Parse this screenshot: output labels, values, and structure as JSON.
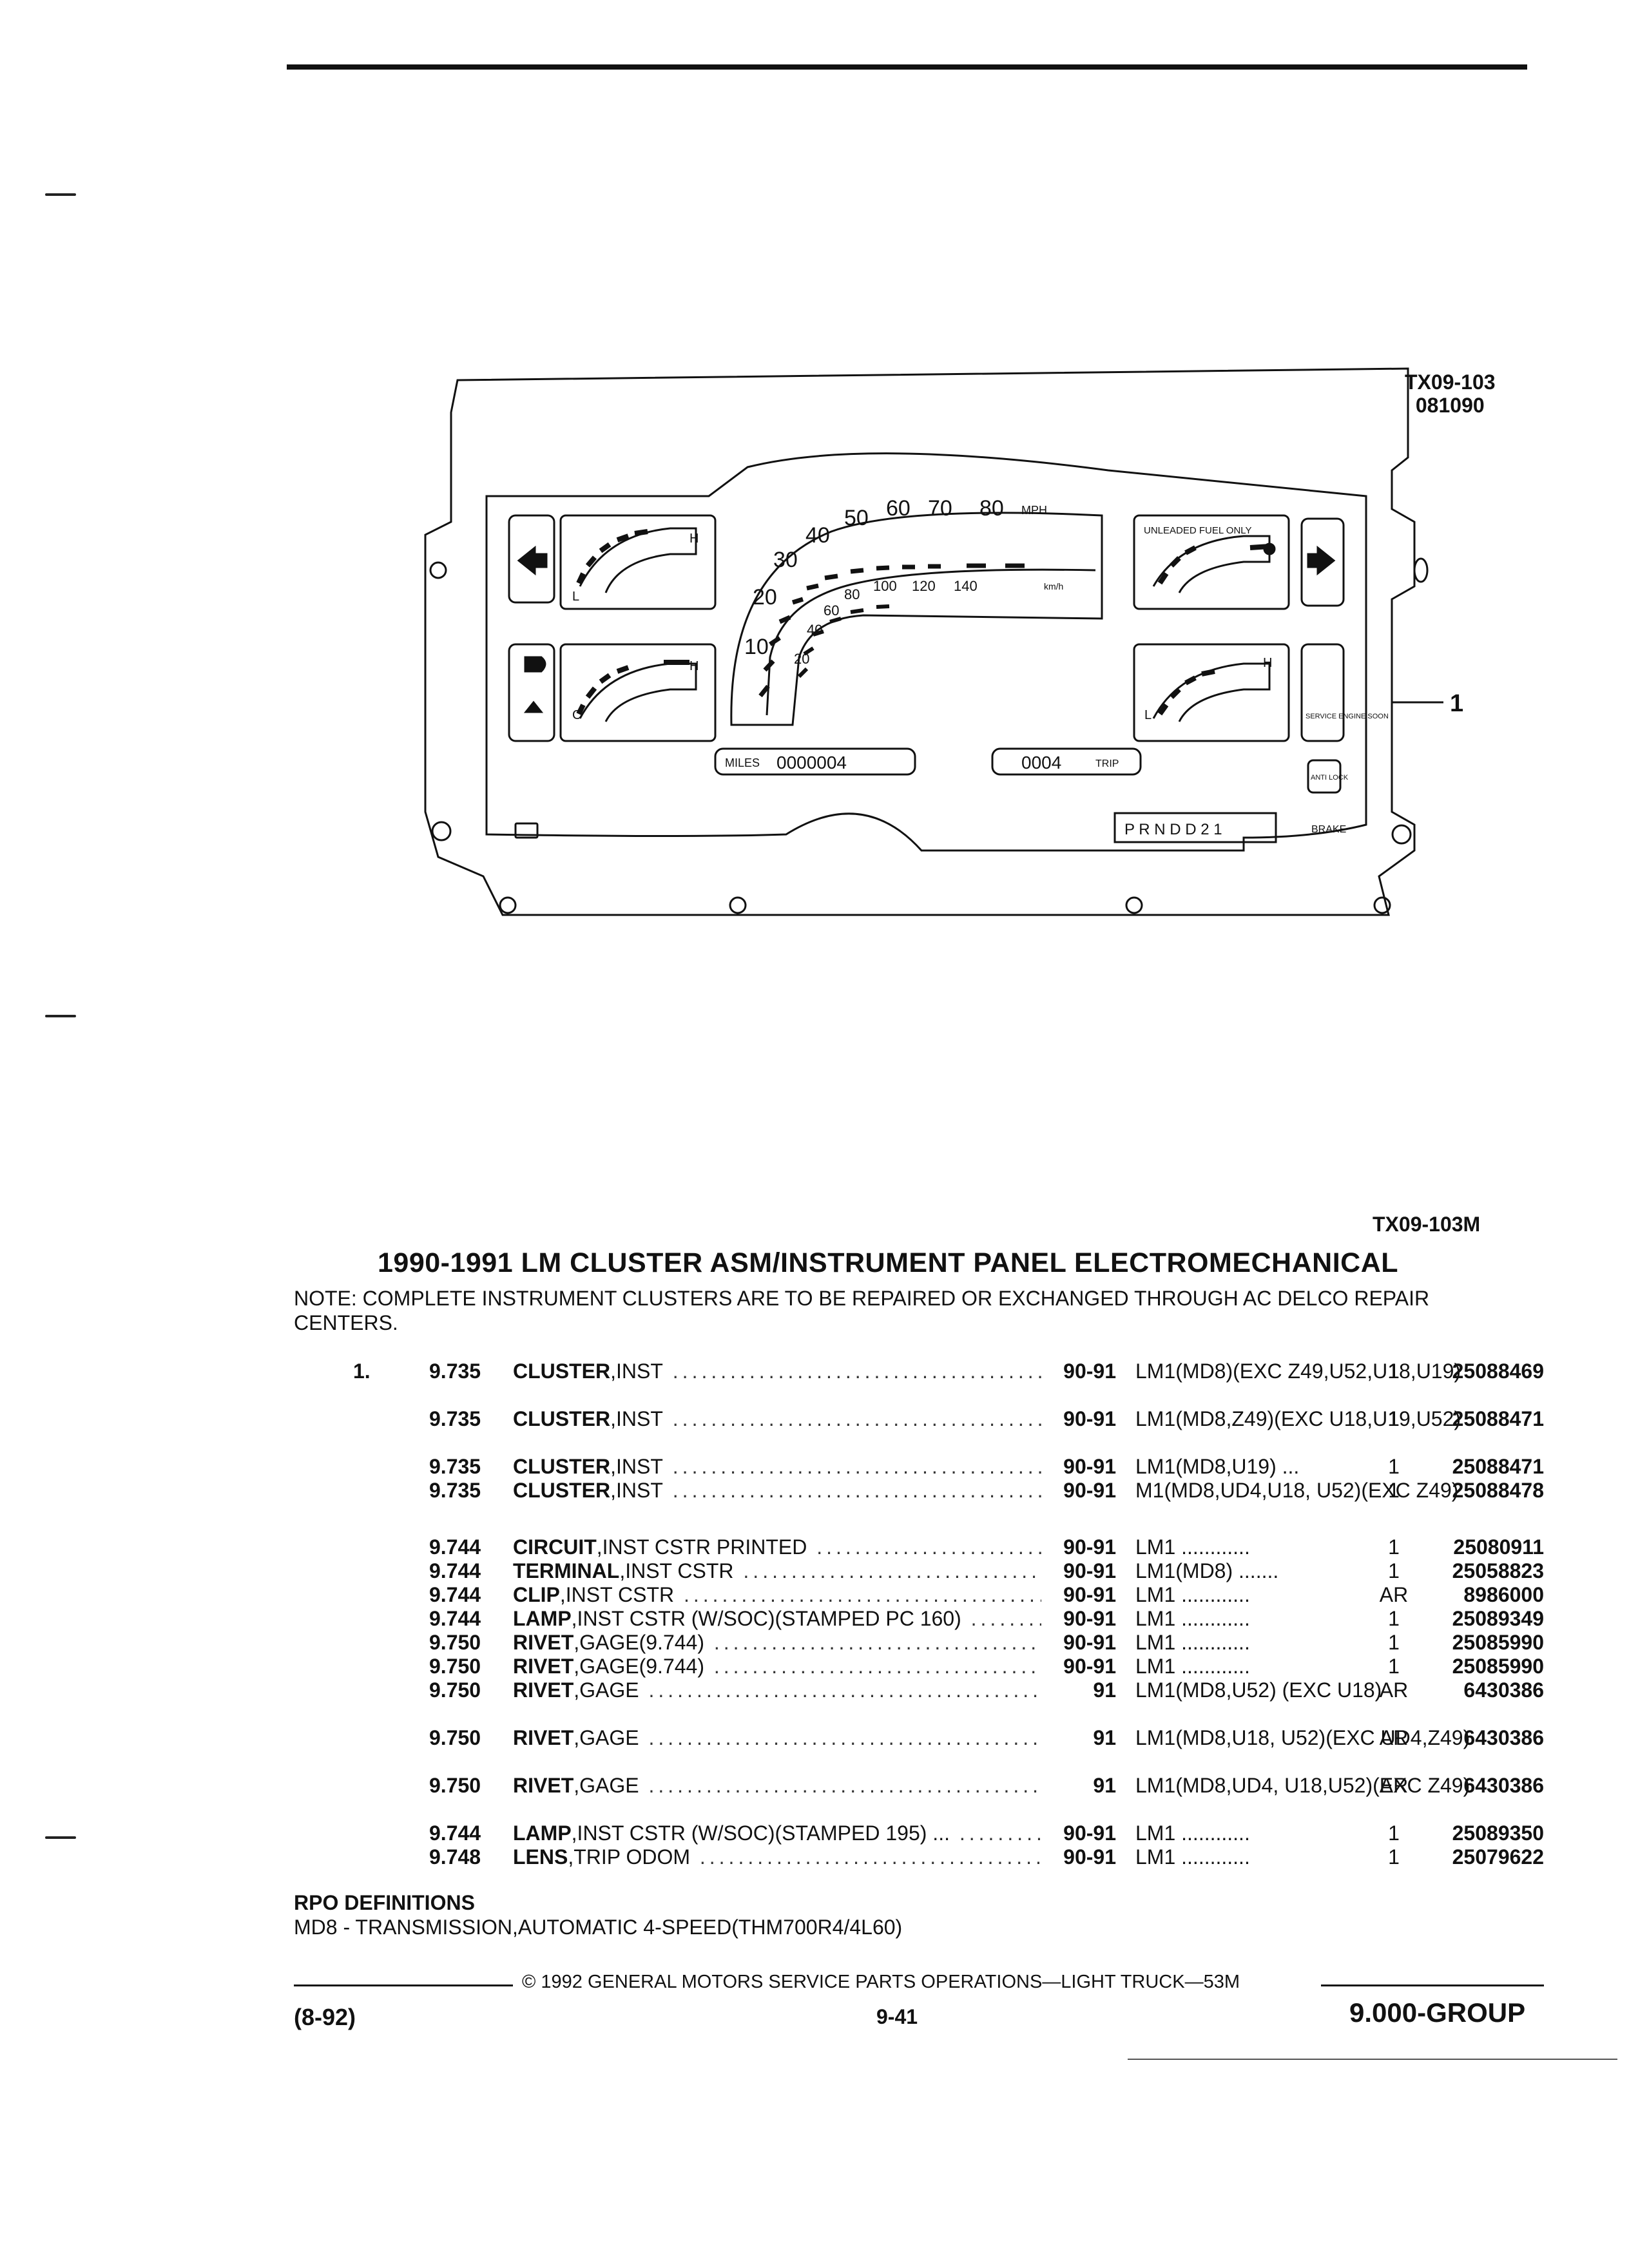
{
  "figure": {
    "code_top": "TX09-103",
    "code_top_date": "081090",
    "code_bottom": "TX09-103M",
    "callout": "1",
    "speed_mph": [
      "10",
      "20",
      "30",
      "40",
      "50",
      "60",
      "70",
      "80"
    ],
    "speed_mph_unit": "MPH",
    "speed_kmh": [
      "20",
      "40",
      "60",
      "80",
      "100",
      "120",
      "140"
    ],
    "speed_kmh_unit": "km/h",
    "fuel_label": "UNLEADED FUEL ONLY",
    "odometer_label": "MILES",
    "odometer_value": "0000004",
    "trip_value": "0004",
    "trip_label": "TRIP",
    "prndl": "P  R N D D 2 1",
    "brake_label": "BRAKE",
    "service_label": "SERVICE ENGINE SOON",
    "anti_lock_label": "ANTI LOCK",
    "gauge_h": "H",
    "gauge_l": "L",
    "gauge_c": "C"
  },
  "title": "1990-1991 LM CLUSTER ASM/INSTRUMENT PANEL ELECTROMECHANICAL",
  "note": "NOTE: COMPLETE INSTRUMENT CLUSTERS ARE TO BE REPAIRED OR EXCHANGED THROUGH AC DELCO REPAIR CENTERS.",
  "parts": [
    {
      "item": "1.",
      "group": "9.735",
      "name": "CLUSTER",
      "desc": ",INST",
      "years": "90-91",
      "app": "LM1(MD8)(EXC Z49,U52,U18,U19)",
      "qty": "1",
      "pn": "25088469",
      "tall": true
    },
    {
      "item": "",
      "group": "9.735",
      "name": "CLUSTER",
      "desc": ",INST",
      "years": "90-91",
      "app": "LM1(MD8,Z49)(EXC U18,U19,U52)",
      "qty": "1",
      "pn": "25088471",
      "tall": true
    },
    {
      "item": "",
      "group": "9.735",
      "name": "CLUSTER",
      "desc": ",INST",
      "years": "90-91",
      "app": "LM1(MD8,U19) ...",
      "qty": "1",
      "pn": "25088471",
      "tall": false
    },
    {
      "item": "",
      "group": "9.735",
      "name": "CLUSTER",
      "desc": ",INST",
      "years": "90-91",
      "app": "M1(MD8,UD4,U18, U52)(EXC Z49)",
      "qty": "1",
      "pn": "25088478",
      "tall": true
    },
    {
      "item": "",
      "group": "9.744",
      "name": "CIRCUIT",
      "desc": ",INST CSTR PRINTED",
      "years": "90-91",
      "app": "LM1 ............",
      "qty": "1",
      "pn": "25080911",
      "tall": false
    },
    {
      "item": "",
      "group": "9.744",
      "name": "TERMINAL",
      "desc": ",INST CSTR",
      "years": "90-91",
      "app": "LM1(MD8) .......",
      "qty": "1",
      "pn": "25058823",
      "tall": false
    },
    {
      "item": "",
      "group": "9.744",
      "name": "CLIP",
      "desc": ",INST CSTR",
      "years": "90-91",
      "app": "LM1 ............",
      "qty": "AR",
      "pn": "8986000",
      "tall": false
    },
    {
      "item": "",
      "group": "9.744",
      "name": "LAMP",
      "desc": ",INST CSTR (W/SOC)(STAMPED PC 160)",
      "years": "90-91",
      "app": "LM1 ............",
      "qty": "1",
      "pn": "25089349",
      "tall": false
    },
    {
      "item": "",
      "group": "9.750",
      "name": "RIVET",
      "desc": ",GAGE(9.744)",
      "years": "90-91",
      "app": "LM1 ............",
      "qty": "1",
      "pn": "25085990",
      "tall": false
    },
    {
      "item": "",
      "group": "9.750",
      "name": "RIVET",
      "desc": ",GAGE(9.744)",
      "years": "90-91",
      "app": "LM1 ............",
      "qty": "1",
      "pn": "25085990",
      "tall": false
    },
    {
      "item": "",
      "group": "9.750",
      "name": "RIVET",
      "desc": ",GAGE",
      "years": "91",
      "app": "LM1(MD8,U52) (EXC U18)",
      "qty": "AR",
      "pn": "6430386",
      "tall": true
    },
    {
      "item": "",
      "group": "9.750",
      "name": "RIVET",
      "desc": ",GAGE",
      "years": "91",
      "app": "LM1(MD8,U18, U52)(EXC UD4,Z49)",
      "qty": "AR",
      "pn": "6430386",
      "tall": true
    },
    {
      "item": "",
      "group": "9.750",
      "name": "RIVET",
      "desc": ",GAGE",
      "years": "91",
      "app": "LM1(MD8,UD4, U18,U52)(EXC Z49)",
      "qty": "AR",
      "pn": "6430386",
      "tall": true
    },
    {
      "item": "",
      "group": "9.744",
      "name": "LAMP",
      "desc": ",INST CSTR (W/SOC)(STAMPED 195) ...",
      "years": "90-91",
      "app": "LM1 ............",
      "qty": "1",
      "pn": "25089350",
      "tall": false
    },
    {
      "item": "",
      "group": "9.748",
      "name": "LENS",
      "desc": ",TRIP ODOM",
      "years": "90-91",
      "app": "LM1 ............",
      "qty": "1",
      "pn": "25079622",
      "tall": false
    }
  ],
  "rpo": {
    "heading": "RPO DEFINITIONS",
    "line": "MD8 - TRANSMISSION,AUTOMATIC 4-SPEED(THM700R4/4L60)"
  },
  "footer": {
    "copyright": "© 1992 GENERAL MOTORS SERVICE PARTS OPERATIONS—LIGHT TRUCK—53M",
    "date": "(8-92)",
    "page": "9-41",
    "group": "9.000-GROUP"
  }
}
